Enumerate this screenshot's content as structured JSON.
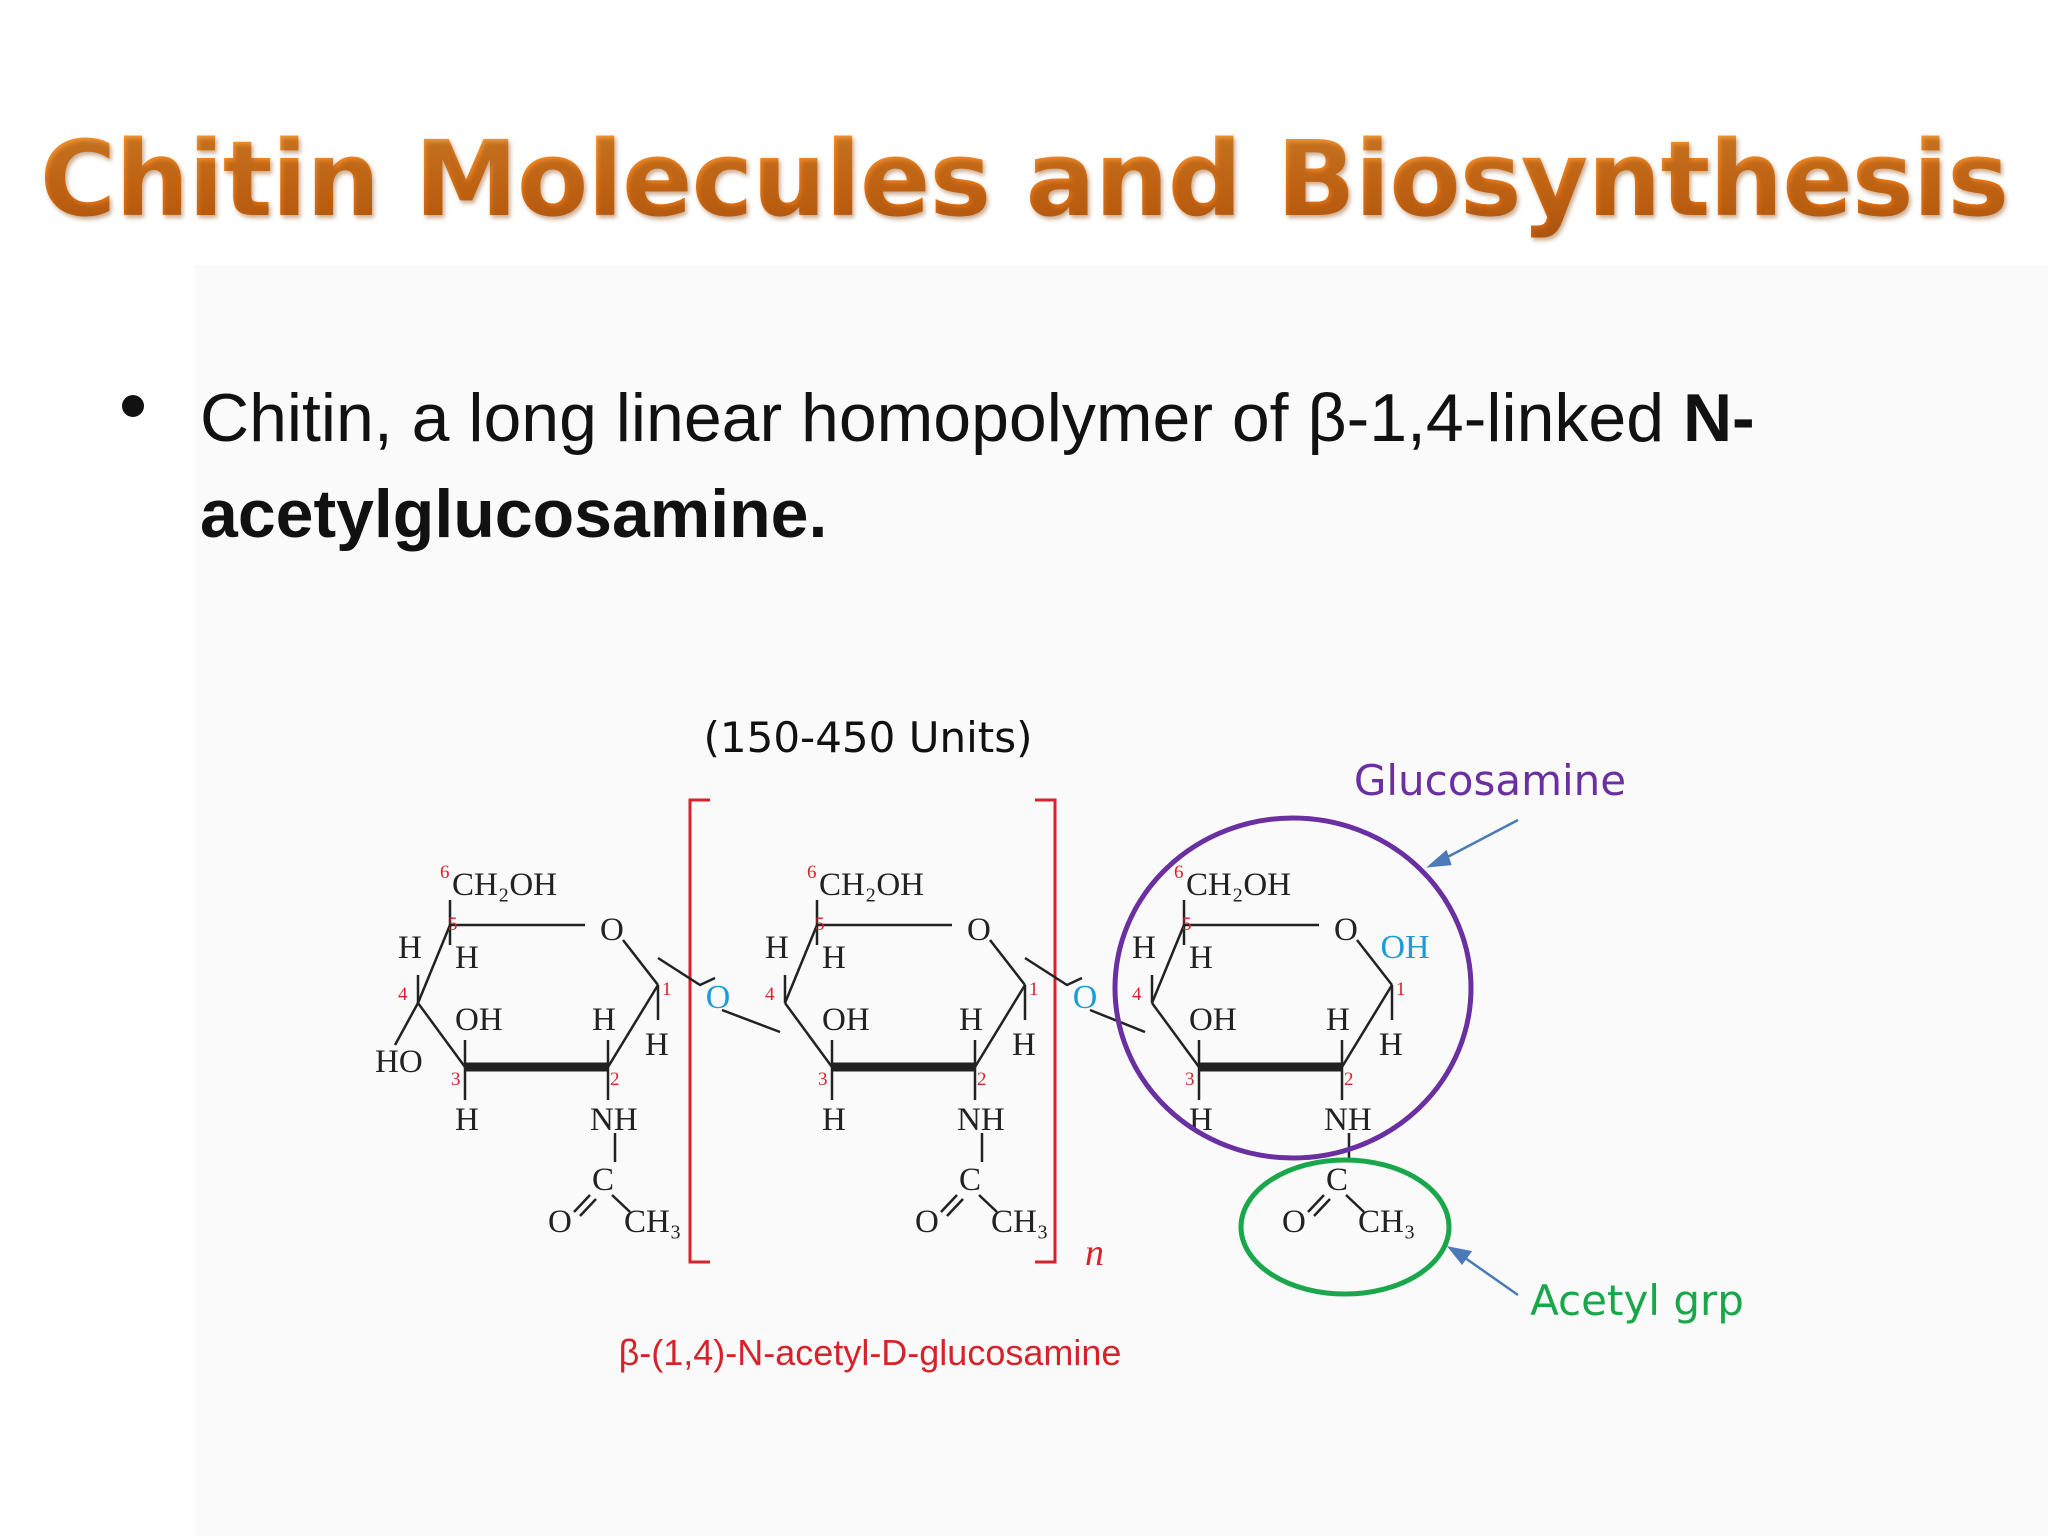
{
  "title": "Chitin Molecules and Biosynthesis",
  "bullet": {
    "text_normal": "Chitin, a long linear homopolymer of β-1,4-linked ",
    "text_bold": "N-acetylglucosamine."
  },
  "diagram": {
    "units_label": "(150-450 Units)",
    "repeat_index": "n",
    "caption": "β-(1,4)-N-acetyl-D-glucosamine",
    "glucosamine_label": "Glucosamine",
    "acetyl_label": "Acetyl grp",
    "atoms": {
      "ch2oh": "CH₂OH",
      "ring_o": "O",
      "h": "H",
      "oh": "OH",
      "ho": "HO",
      "nh": "NH",
      "c": "C",
      "o": "O",
      "ch3": "CH₃",
      "bridge_o": "O",
      "terminal_oh": "OH"
    },
    "carbon_numbers": [
      "1",
      "2",
      "3",
      "4",
      "5",
      "6"
    ],
    "colors": {
      "title": "#e8791a",
      "ring_oxygen": "#d6232b",
      "glycosidic_oxygen": "#1e9ad6",
      "bracket": "#d6232b",
      "glucosamine_circle": "#6a2fa0",
      "acetyl_circle": "#1aa64a",
      "arrow": "#4a7ab8"
    }
  }
}
